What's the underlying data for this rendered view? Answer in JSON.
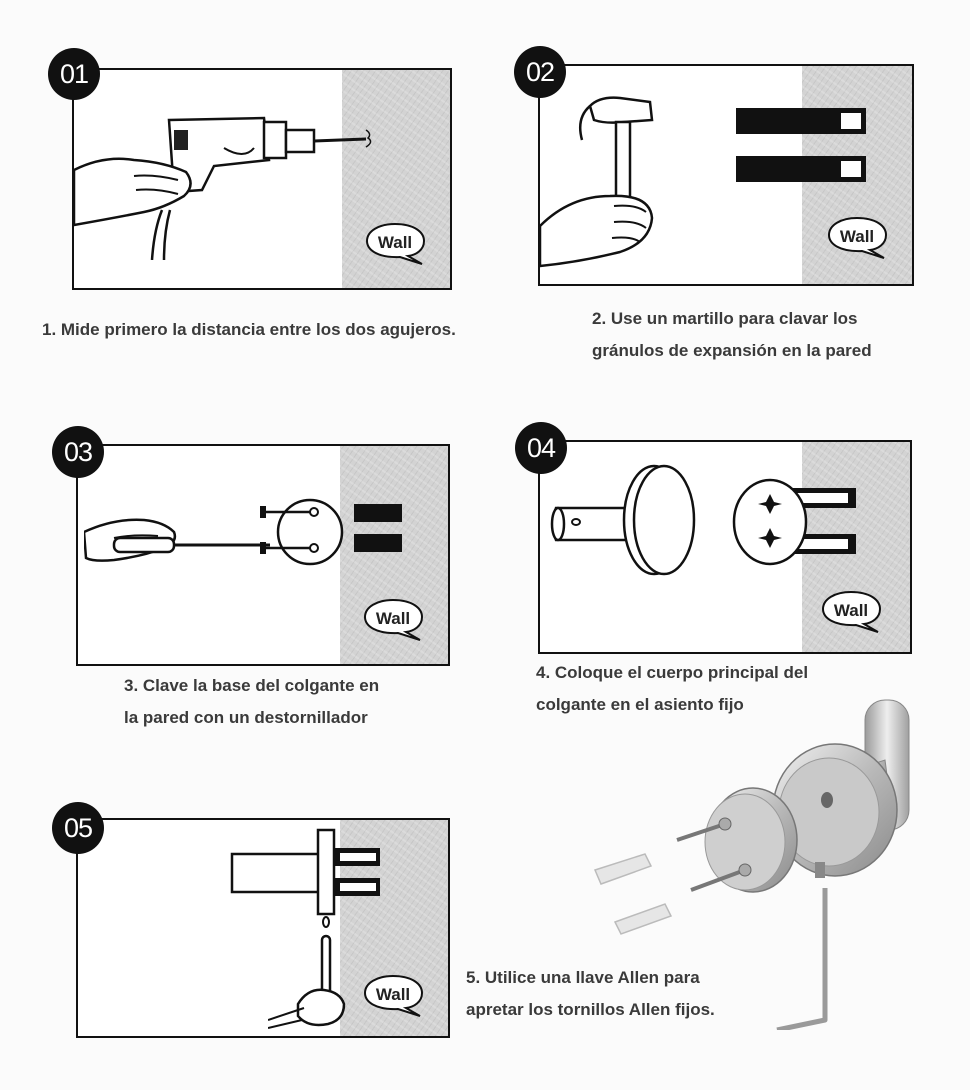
{
  "wall_label": "Wall",
  "steps": [
    {
      "number": "01",
      "lines": [
        "1. Mide primero la distancia entre los dos agujeros."
      ]
    },
    {
      "number": "02",
      "lines": [
        "2. Use un martillo para clavar los",
        "gránulos de expansión en la pared"
      ]
    },
    {
      "number": "03",
      "lines": [
        "3. Clave la base del colgante en",
        "la pared con un destornillador"
      ]
    },
    {
      "number": "04",
      "lines": [
        "4. Coloque el cuerpo principal del",
        "colgante en el asiento fijo"
      ]
    },
    {
      "number": "05",
      "lines": [
        "5. Utilice una llave Allen para",
        "apretar los tornillos Allen fijos."
      ]
    }
  ],
  "icons": [
    "drill-icon",
    "hammer-icon",
    "screwdriver-icon",
    "hook-base-icon",
    "allen-key-icon",
    "hand-icon",
    "speech-bubble-icon"
  ]
}
